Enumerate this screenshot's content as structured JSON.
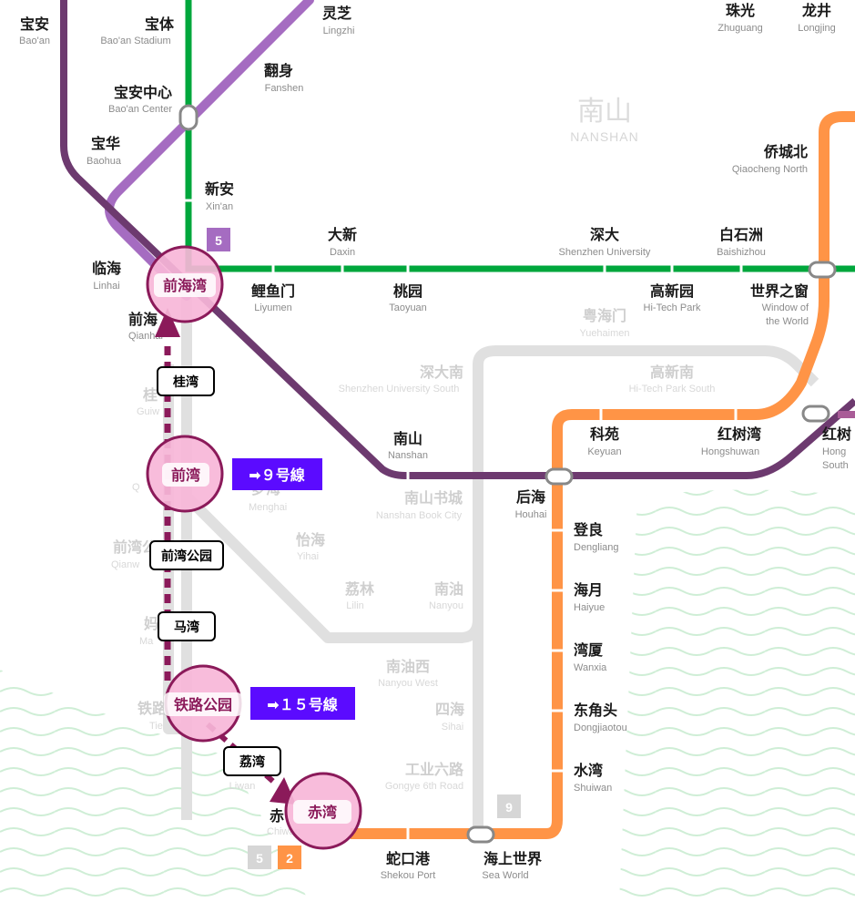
{
  "district": {
    "zh": "南山",
    "en": "NANSHAN"
  },
  "lines": {
    "line1": {
      "color": "#00a73c"
    },
    "line2": {
      "color": "#ff9446"
    },
    "line5": {
      "color": "#6d3a6f"
    },
    "line9": {
      "color": "#e0e0e0"
    },
    "line11": {
      "color": "#a56cc1"
    },
    "line10": {
      "color": "#a95c97"
    }
  },
  "badges": {
    "green_line": "5",
    "line9": "9",
    "chiwan_left": "5",
    "chiwan_right": "2"
  },
  "stations": {
    "baoan": {
      "zh": "宝安",
      "en": "Bao'an"
    },
    "baoti": {
      "zh": "宝体",
      "en": "Bao'an Stadium"
    },
    "lingzhi": {
      "zh": "灵芝",
      "en": "Lingzhi"
    },
    "zhuguang": {
      "zh": "珠光",
      "en": "Zhuguang"
    },
    "longjing": {
      "zh": "龙井",
      "en": "Longjing"
    },
    "fanshen": {
      "zh": "翻身",
      "en": "Fanshen"
    },
    "baoanzhongxin": {
      "zh": "宝安中心",
      "en": "Bao'an Center"
    },
    "baohua": {
      "zh": "宝华",
      "en": "Baohua"
    },
    "xinan": {
      "zh": "新安",
      "en": "Xin'an"
    },
    "qiaochengbei": {
      "zh": "侨城北",
      "en": "Qiaocheng North"
    },
    "linhai": {
      "zh": "临海",
      "en": "Linhai"
    },
    "daxin": {
      "zh": "大新",
      "en": "Daxin"
    },
    "shenda": {
      "zh": "深大",
      "en": "Shenzhen University"
    },
    "baishizhou": {
      "zh": "白石洲",
      "en": "Baishizhou"
    },
    "liyumen": {
      "zh": "鲤鱼门",
      "en": "Liyumen"
    },
    "taoyuan": {
      "zh": "桃园",
      "en": "Taoyuan"
    },
    "gaoxinyuan": {
      "zh": "高新园",
      "en": "Hi-Tech Park"
    },
    "shijiezhichuang": {
      "zh": "世界之窗",
      "en1": "Window of",
      "en2": "the World"
    },
    "qianhai": {
      "zh": "前海",
      "en": "Qianhai"
    },
    "yuehaimen": {
      "zh": "粤海门",
      "en": "Yuehaimen"
    },
    "shendanan": {
      "zh": "深大南",
      "en": "Shenzhen University South"
    },
    "gaoxinnan": {
      "zh": "高新南",
      "en": "Hi-Tech Park South"
    },
    "guiwan": {
      "zh": "桂",
      "en": "Guiw"
    },
    "nanshan": {
      "zh": "南山",
      "en": "Nanshan"
    },
    "keyuan": {
      "zh": "科苑",
      "en": "Keyuan"
    },
    "hongshuwan": {
      "zh": "红树湾",
      "en": "Hongshuwan"
    },
    "hongshuwannan": {
      "zh": "红树",
      "en1": "Hong",
      "en2": "South"
    },
    "qianwan": {
      "en": "Q"
    },
    "menghai": {
      "zh": "梦海",
      "en": "Menghai"
    },
    "houhai": {
      "zh": "后海",
      "en": "Houhai"
    },
    "nanshanshucheng": {
      "zh": "南山书城",
      "en": "Nanshan Book City"
    },
    "dengliang": {
      "zh": "登良",
      "en": "Dengliang"
    },
    "yihai": {
      "zh": "怡海",
      "en": "Yihai"
    },
    "qianwangongyuan": {
      "zh": "前湾公园",
      "en": "Qianw"
    },
    "lilin": {
      "zh": "荔林",
      "en": "Lilin"
    },
    "nanyou": {
      "zh": "南油",
      "en": "Nanyou"
    },
    "haiyue": {
      "zh": "海月",
      "en": "Haiyue"
    },
    "mawan": {
      "zh": "妈",
      "en": "Ma"
    },
    "wanxia": {
      "zh": "湾厦",
      "en": "Wanxia"
    },
    "nanyouxi": {
      "zh": "南油西",
      "en": "Nanyou West"
    },
    "tielugongyuan": {
      "zh": "铁路",
      "en": "Tie"
    },
    "dongjiaotou": {
      "zh": "东角头",
      "en": "Dongjiaotou"
    },
    "sihai": {
      "zh": "四海",
      "en": "Sihai"
    },
    "liwan": {
      "en": "Liwan"
    },
    "gongye6": {
      "zh": "工业六路",
      "en": "Gongye 6th Road"
    },
    "shuiwan": {
      "zh": "水湾",
      "en": "Shuiwan"
    },
    "chiwan": {
      "zh": "赤",
      "en": "Chiwan"
    },
    "shekougang": {
      "zh": "蛇口港",
      "en": "Shekou Port"
    },
    "haishangshijie": {
      "zh": "海上世界",
      "en": "Sea World"
    }
  },
  "route": {
    "color": "#8b1a5a",
    "highlight_fill": "#f7b6d8",
    "stops": {
      "qianhaiwan": "前海湾",
      "guiwan": "桂湾",
      "qianwan": "前湾",
      "qianwangongyuan": "前湾公园",
      "mawan": "马湾",
      "tielugongyuan": "铁路公园",
      "liwan": "荔湾",
      "chiwan": "赤湾"
    },
    "transfers": {
      "line9": "➡９号線",
      "line15": "➡１５号線"
    },
    "transfer_color": "#5b0bff"
  }
}
